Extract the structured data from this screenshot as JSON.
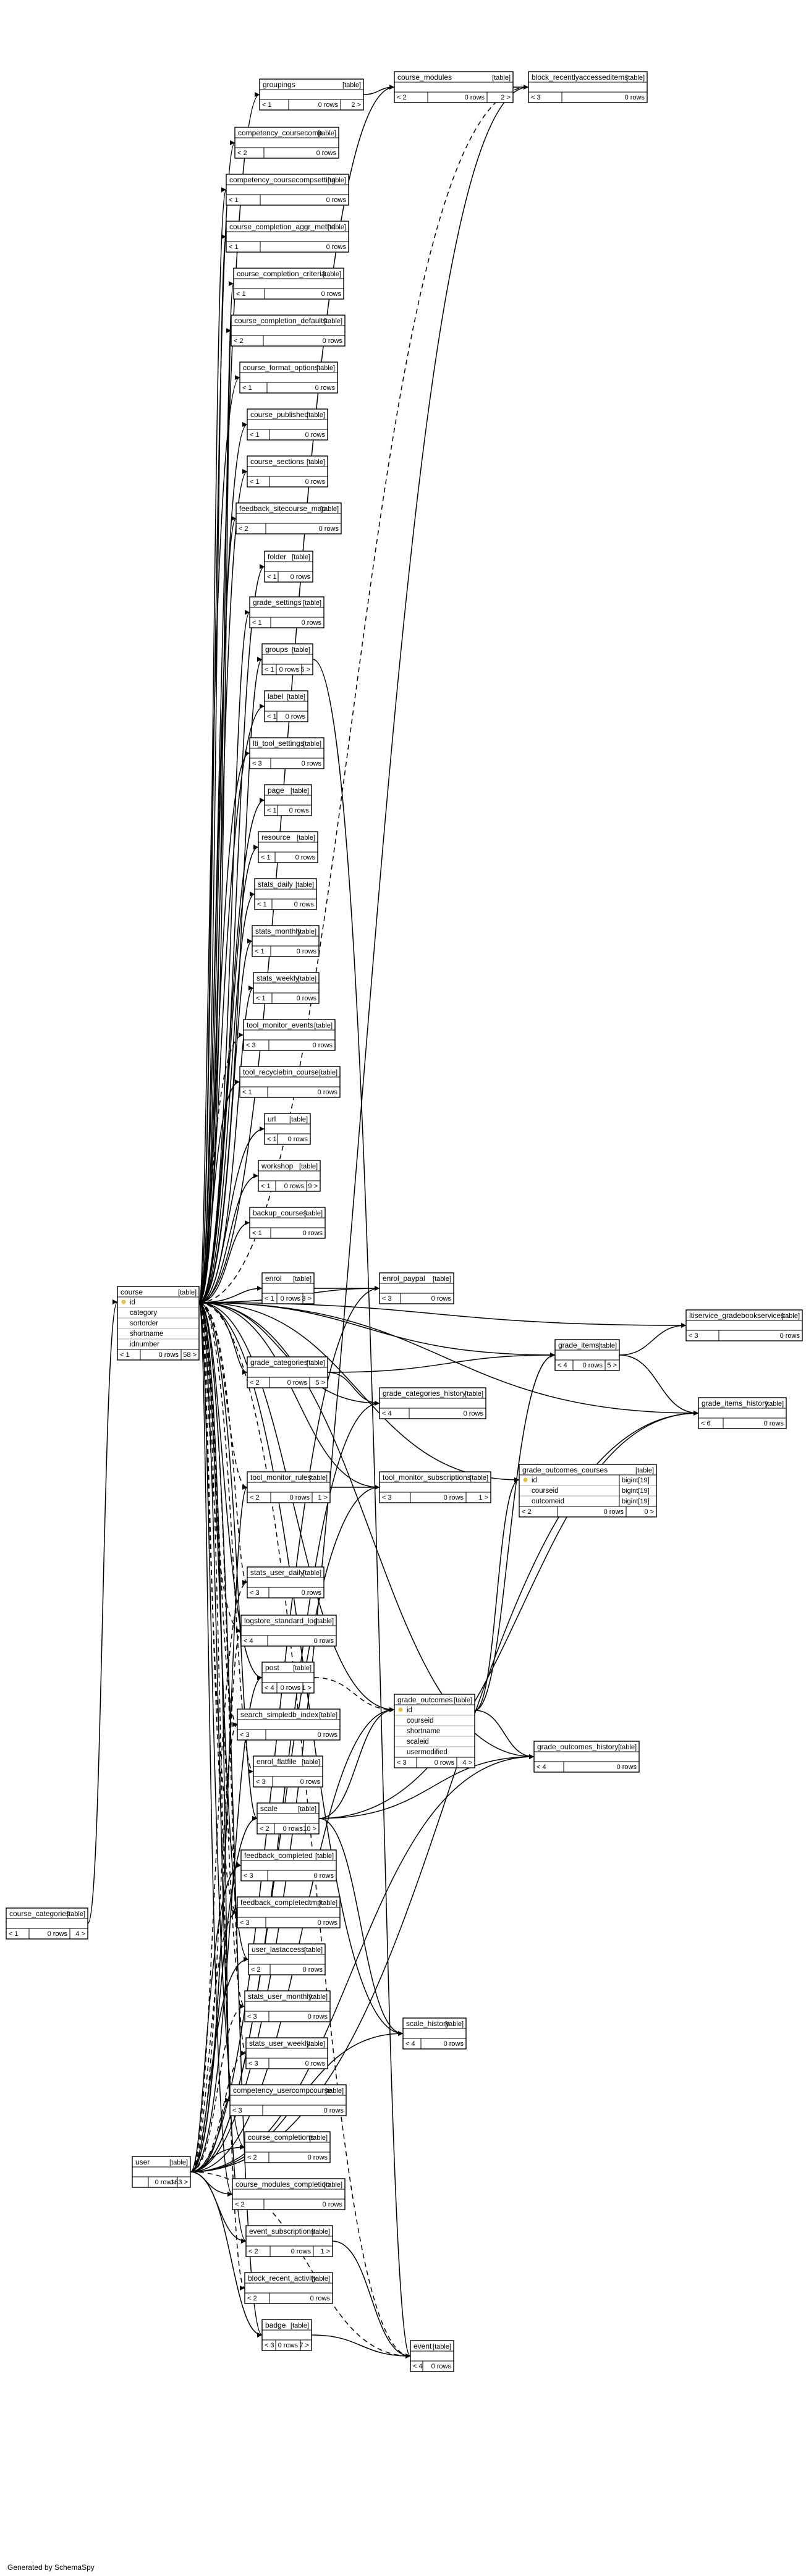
{
  "generated_label": "Generated by SchemaSpy",
  "default_kind": "[table]",
  "tables": [
    {
      "id": "groupings",
      "name": "groupings",
      "kind": "[table]",
      "parents": "< 1",
      "rows": "0 rows",
      "children": "2 >"
    },
    {
      "id": "course_modules",
      "name": "course_modules",
      "kind": "[table]",
      "parents": "< 2",
      "rows": "0 rows",
      "children": "2 >"
    },
    {
      "id": "block_recentlyaccesseditems",
      "name": "block_recentlyaccesseditems",
      "kind": "[table]",
      "parents": "< 3",
      "rows": "0 rows",
      "children": ""
    },
    {
      "id": "competency_coursecomp",
      "name": "competency_coursecomp",
      "kind": "[table]",
      "parents": "< 2",
      "rows": "0 rows",
      "children": ""
    },
    {
      "id": "competency_coursecompsetting",
      "name": "competency_coursecompsetting",
      "kind": "[table]",
      "parents": "< 1",
      "rows": "0 rows",
      "children": ""
    },
    {
      "id": "course_completion_aggr_methd",
      "name": "course_completion_aggr_methd",
      "kind": "[table]",
      "parents": "< 1",
      "rows": "0 rows",
      "children": ""
    },
    {
      "id": "course_completion_criteria",
      "name": "course_completion_criteria",
      "kind": "[table]",
      "parents": "< 1",
      "rows": "0 rows",
      "children": ""
    },
    {
      "id": "course_completion_defaults",
      "name": "course_completion_defaults",
      "kind": "[table]",
      "parents": "< 2",
      "rows": "0 rows",
      "children": ""
    },
    {
      "id": "course_format_options",
      "name": "course_format_options",
      "kind": "[table]",
      "parents": "< 1",
      "rows": "0 rows",
      "children": ""
    },
    {
      "id": "course_published",
      "name": "course_published",
      "kind": "[table]",
      "parents": "< 1",
      "rows": "0 rows",
      "children": ""
    },
    {
      "id": "course_sections",
      "name": "course_sections",
      "kind": "[table]",
      "parents": "< 1",
      "rows": "0 rows",
      "children": ""
    },
    {
      "id": "feedback_sitecourse_map",
      "name": "feedback_sitecourse_map",
      "kind": "[table]",
      "parents": "< 2",
      "rows": "0 rows",
      "children": ""
    },
    {
      "id": "folder",
      "name": "folder",
      "kind": "[table]",
      "parents": "< 1",
      "rows": "0 rows",
      "children": ""
    },
    {
      "id": "grade_settings",
      "name": "grade_settings",
      "kind": "[table]",
      "parents": "< 1",
      "rows": "0 rows",
      "children": ""
    },
    {
      "id": "groups",
      "name": "groups",
      "kind": "[table]",
      "parents": "< 1",
      "rows": "0 rows",
      "children": "5 >"
    },
    {
      "id": "label",
      "name": "label",
      "kind": "[table]",
      "parents": "< 1",
      "rows": "0 rows",
      "children": ""
    },
    {
      "id": "lti_tool_settings",
      "name": "lti_tool_settings",
      "kind": "[table]",
      "parents": "< 3",
      "rows": "0 rows",
      "children": ""
    },
    {
      "id": "page",
      "name": "page",
      "kind": "[table]",
      "parents": "< 1",
      "rows": "0 rows",
      "children": ""
    },
    {
      "id": "resource",
      "name": "resource",
      "kind": "[table]",
      "parents": "< 1",
      "rows": "0 rows",
      "children": ""
    },
    {
      "id": "stats_daily",
      "name": "stats_daily",
      "kind": "[table]",
      "parents": "< 1",
      "rows": "0 rows",
      "children": ""
    },
    {
      "id": "stats_monthly",
      "name": "stats_monthly",
      "kind": "[table]",
      "parents": "< 1",
      "rows": "0 rows",
      "children": ""
    },
    {
      "id": "stats_weekly",
      "name": "stats_weekly",
      "kind": "[table]",
      "parents": "< 1",
      "rows": "0 rows",
      "children": ""
    },
    {
      "id": "tool_monitor_events",
      "name": "tool_monitor_events",
      "kind": "[table]",
      "parents": "< 3",
      "rows": "0 rows",
      "children": ""
    },
    {
      "id": "tool_recyclebin_course",
      "name": "tool_recyclebin_course",
      "kind": "[table]",
      "parents": "< 1",
      "rows": "0 rows",
      "children": ""
    },
    {
      "id": "url",
      "name": "url",
      "kind": "[table]",
      "parents": "< 1",
      "rows": "0 rows",
      "children": ""
    },
    {
      "id": "workshop",
      "name": "workshop",
      "kind": "[table]",
      "parents": "< 1",
      "rows": "0 rows",
      "children": "9 >"
    },
    {
      "id": "backup_courses",
      "name": "backup_courses",
      "kind": "[table]",
      "parents": "< 1",
      "rows": "0 rows",
      "children": ""
    },
    {
      "id": "enrol",
      "name": "enrol",
      "kind": "[table]",
      "parents": "< 1",
      "rows": "0 rows",
      "children": "3 >"
    },
    {
      "id": "enrol_paypal",
      "name": "enrol_paypal",
      "kind": "[table]",
      "parents": "< 3",
      "rows": "0 rows",
      "children": ""
    },
    {
      "id": "course",
      "name": "course",
      "kind": "[table]",
      "parents": "< 1",
      "rows": "0 rows",
      "children": "58 >",
      "columns": [
        {
          "name": "id",
          "key": true
        },
        {
          "name": "category"
        },
        {
          "name": "sortorder"
        },
        {
          "name": "shortname"
        },
        {
          "name": "idnumber"
        }
      ]
    },
    {
      "id": "ltiservice_gradebookservices",
      "name": "ltiservice_gradebookservices",
      "kind": "[table]",
      "parents": "< 3",
      "rows": "0 rows",
      "children": ""
    },
    {
      "id": "grade_items",
      "name": "grade_items",
      "kind": "[table]",
      "parents": "< 4",
      "rows": "0 rows",
      "children": "5 >"
    },
    {
      "id": "grade_categories",
      "name": "grade_categories",
      "kind": "[table]",
      "parents": "< 2",
      "rows": "0 rows",
      "children": "5 >"
    },
    {
      "id": "grade_categories_history",
      "name": "grade_categories_history",
      "kind": "[table]",
      "parents": "< 4",
      "rows": "0 rows",
      "children": ""
    },
    {
      "id": "grade_items_history",
      "name": "grade_items_history",
      "kind": "[table]",
      "parents": "< 6",
      "rows": "0 rows",
      "children": ""
    },
    {
      "id": "grade_outcomes_courses",
      "name": "grade_outcomes_courses",
      "kind": "[table]",
      "parents": "< 2",
      "rows": "0 rows",
      "children": "0 >",
      "columns": [
        {
          "name": "id",
          "key": true,
          "type": "bigint[19]"
        },
        {
          "name": "courseid",
          "type": "bigint[19]"
        },
        {
          "name": "outcomeid",
          "type": "bigint[19]"
        }
      ]
    },
    {
      "id": "tool_monitor_rules",
      "name": "tool_monitor_rules",
      "kind": "[table]",
      "parents": "< 2",
      "rows": "0 rows",
      "children": "1 >"
    },
    {
      "id": "tool_monitor_subscriptions",
      "name": "tool_monitor_subscriptions",
      "kind": "[table]",
      "parents": "< 3",
      "rows": "0 rows",
      "children": "1 >"
    },
    {
      "id": "stats_user_daily",
      "name": "stats_user_daily",
      "kind": "[table]",
      "parents": "< 3",
      "rows": "0 rows",
      "children": ""
    },
    {
      "id": "logstore_standard_log",
      "name": "logstore_standard_log",
      "kind": "[table]",
      "parents": "< 4",
      "rows": "0 rows",
      "children": ""
    },
    {
      "id": "post",
      "name": "post",
      "kind": "[table]",
      "parents": "< 4",
      "rows": "0 rows",
      "children": "1 >"
    },
    {
      "id": "grade_outcomes",
      "name": "grade_outcomes",
      "kind": "[table]",
      "parents": "< 3",
      "rows": "0 rows",
      "children": "4 >",
      "columns": [
        {
          "name": "id",
          "key": true
        },
        {
          "name": "courseid"
        },
        {
          "name": "shortname"
        },
        {
          "name": "scaleid"
        },
        {
          "name": "usermodified"
        }
      ]
    },
    {
      "id": "search_simpledb_index",
      "name": "search_simpledb_index",
      "kind": "[table]",
      "parents": "< 3",
      "rows": "0 rows",
      "children": ""
    },
    {
      "id": "grade_outcomes_history",
      "name": "grade_outcomes_history",
      "kind": "[table]",
      "parents": "< 4",
      "rows": "0 rows",
      "children": ""
    },
    {
      "id": "enrol_flatfile",
      "name": "enrol_flatfile",
      "kind": "[table]",
      "parents": "< 3",
      "rows": "0 rows",
      "children": ""
    },
    {
      "id": "scale",
      "name": "scale",
      "kind": "[table]",
      "parents": "< 2",
      "rows": "0 rows",
      "children": "10 >"
    },
    {
      "id": "feedback_completed",
      "name": "feedback_completed",
      "kind": "[table]",
      "parents": "< 3",
      "rows": "0 rows",
      "children": ""
    },
    {
      "id": "feedback_completedtmp",
      "name": "feedback_completedtmp",
      "kind": "[table]",
      "parents": "< 3",
      "rows": "0 rows",
      "children": ""
    },
    {
      "id": "course_categories",
      "name": "course_categories",
      "kind": "[table]",
      "parents": "< 1",
      "rows": "0 rows",
      "children": "4 >"
    },
    {
      "id": "user_lastaccess",
      "name": "user_lastaccess",
      "kind": "[table]",
      "parents": "< 2",
      "rows": "0 rows",
      "children": ""
    },
    {
      "id": "stats_user_monthly",
      "name": "stats_user_monthly",
      "kind": "[table]",
      "parents": "< 3",
      "rows": "0 rows",
      "children": ""
    },
    {
      "id": "scale_history",
      "name": "scale_history",
      "kind": "[table]",
      "parents": "< 4",
      "rows": "0 rows",
      "children": ""
    },
    {
      "id": "stats_user_weekly",
      "name": "stats_user_weekly",
      "kind": "[table]",
      "parents": "< 3",
      "rows": "0 rows",
      "children": ""
    },
    {
      "id": "competency_usercompcourse",
      "name": "competency_usercompcourse",
      "kind": "[table]",
      "parents": "< 3",
      "rows": "0 rows",
      "children": ""
    },
    {
      "id": "course_completions",
      "name": "course_completions",
      "kind": "[table]",
      "parents": "< 2",
      "rows": "0 rows",
      "children": ""
    },
    {
      "id": "user",
      "name": "user",
      "kind": "[table]",
      "parents": "",
      "rows": "0 rows",
      "children": "163 >"
    },
    {
      "id": "course_modules_completion",
      "name": "course_modules_completion",
      "kind": "[table]",
      "parents": "< 2",
      "rows": "0 rows",
      "children": ""
    },
    {
      "id": "event_subscriptions",
      "name": "event_subscriptions",
      "kind": "[table]",
      "parents": "< 2",
      "rows": "0 rows",
      "children": "1 >"
    },
    {
      "id": "block_recent_activity",
      "name": "block_recent_activity",
      "kind": "[table]",
      "parents": "< 2",
      "rows": "0 rows",
      "children": ""
    },
    {
      "id": "badge",
      "name": "badge",
      "kind": "[table]",
      "parents": "< 3",
      "rows": "0 rows",
      "children": "7 >"
    },
    {
      "id": "event",
      "name": "event",
      "kind": "[table]",
      "parents": "< 4",
      "rows": "0 rows",
      "children": ""
    }
  ]
}
